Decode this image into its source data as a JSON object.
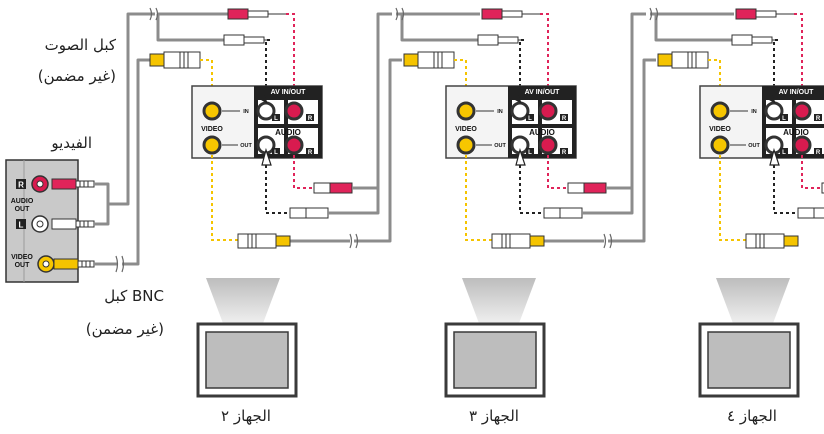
{
  "labels": {
    "audio_cable_line1": "كبل الصوت",
    "audio_cable_line2": "(غير مضمن)",
    "video_source": "الفيديو",
    "bnc_cable_line1": "كبل BNC",
    "bnc_cable_line2": "(غير مضمن)"
  },
  "source_panel": {
    "audio_label_1": "AUDIO",
    "audio_label_2": "OUT",
    "video_label_1": "VIDEO",
    "video_label_2": "OUT",
    "right_channel": "R",
    "left_channel": "L"
  },
  "devices": [
    {
      "caption": "الجهاز ٢"
    },
    {
      "caption": "الجهاز ٣"
    },
    {
      "caption": "الجهاز ٤"
    }
  ],
  "av_panel": {
    "header": "AV IN/OUT",
    "video_label": "VIDEO",
    "audio_label": "AUDIO",
    "in_label": "IN",
    "out_label": "OUT",
    "left_channel": "L",
    "right_channel": "R"
  },
  "colors": {
    "yellow_wire": "#f5c400",
    "red_wire": "#e0245a",
    "black_wire": "#222222",
    "gray_wire": "#8c8c8c",
    "panel_bg": "#f4f4f4",
    "source_bg": "#c9c9c9",
    "jack_yellow": "#f7c600",
    "jack_red": "#d81b4f",
    "jack_white": "#ffffff",
    "tv_frame": "#3a3a3a",
    "tv_screen": "#bdbdbd",
    "beam": "#d9d9d9"
  }
}
